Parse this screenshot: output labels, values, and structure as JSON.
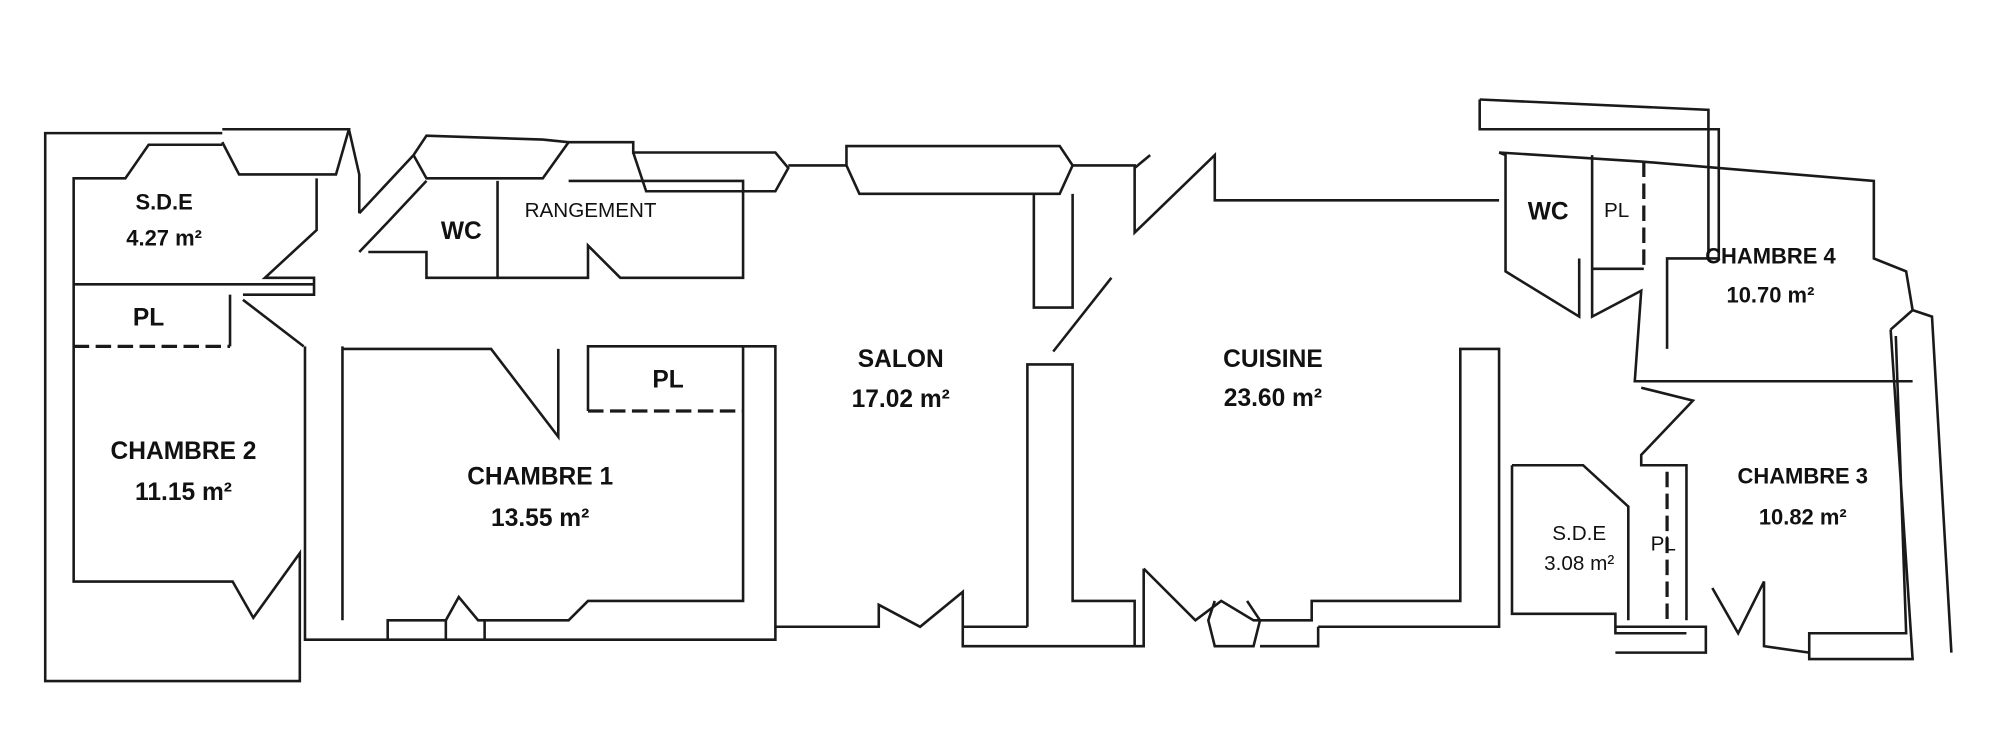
{
  "plan": {
    "rooms": {
      "sde1": {
        "name": "S.D.E",
        "area": "4.27 m²"
      },
      "pl1": {
        "name": "PL"
      },
      "chambre2": {
        "name": "CHAMBRE 2",
        "area": "11.15 m²"
      },
      "wc1": {
        "name": "WC"
      },
      "rangement": {
        "name": "RANGEMENT"
      },
      "chambre1": {
        "name": "CHAMBRE 1",
        "area": "13.55 m²"
      },
      "pl2": {
        "name": "PL"
      },
      "salon": {
        "name": "SALON",
        "area": "17.02 m²"
      },
      "cuisine": {
        "name": "CUISINE",
        "area": "23.60 m²"
      },
      "wc2": {
        "name": "WC"
      },
      "pl3": {
        "name": "PL"
      },
      "chambre4": {
        "name": "CHAMBRE 4",
        "area": "10.70 m²"
      },
      "chambre3": {
        "name": "CHAMBRE 3",
        "area": "10.82 m²"
      },
      "sde2": {
        "name": "S.D.E",
        "area": "3.08 m²"
      },
      "pl4": {
        "name": "PL"
      }
    }
  }
}
